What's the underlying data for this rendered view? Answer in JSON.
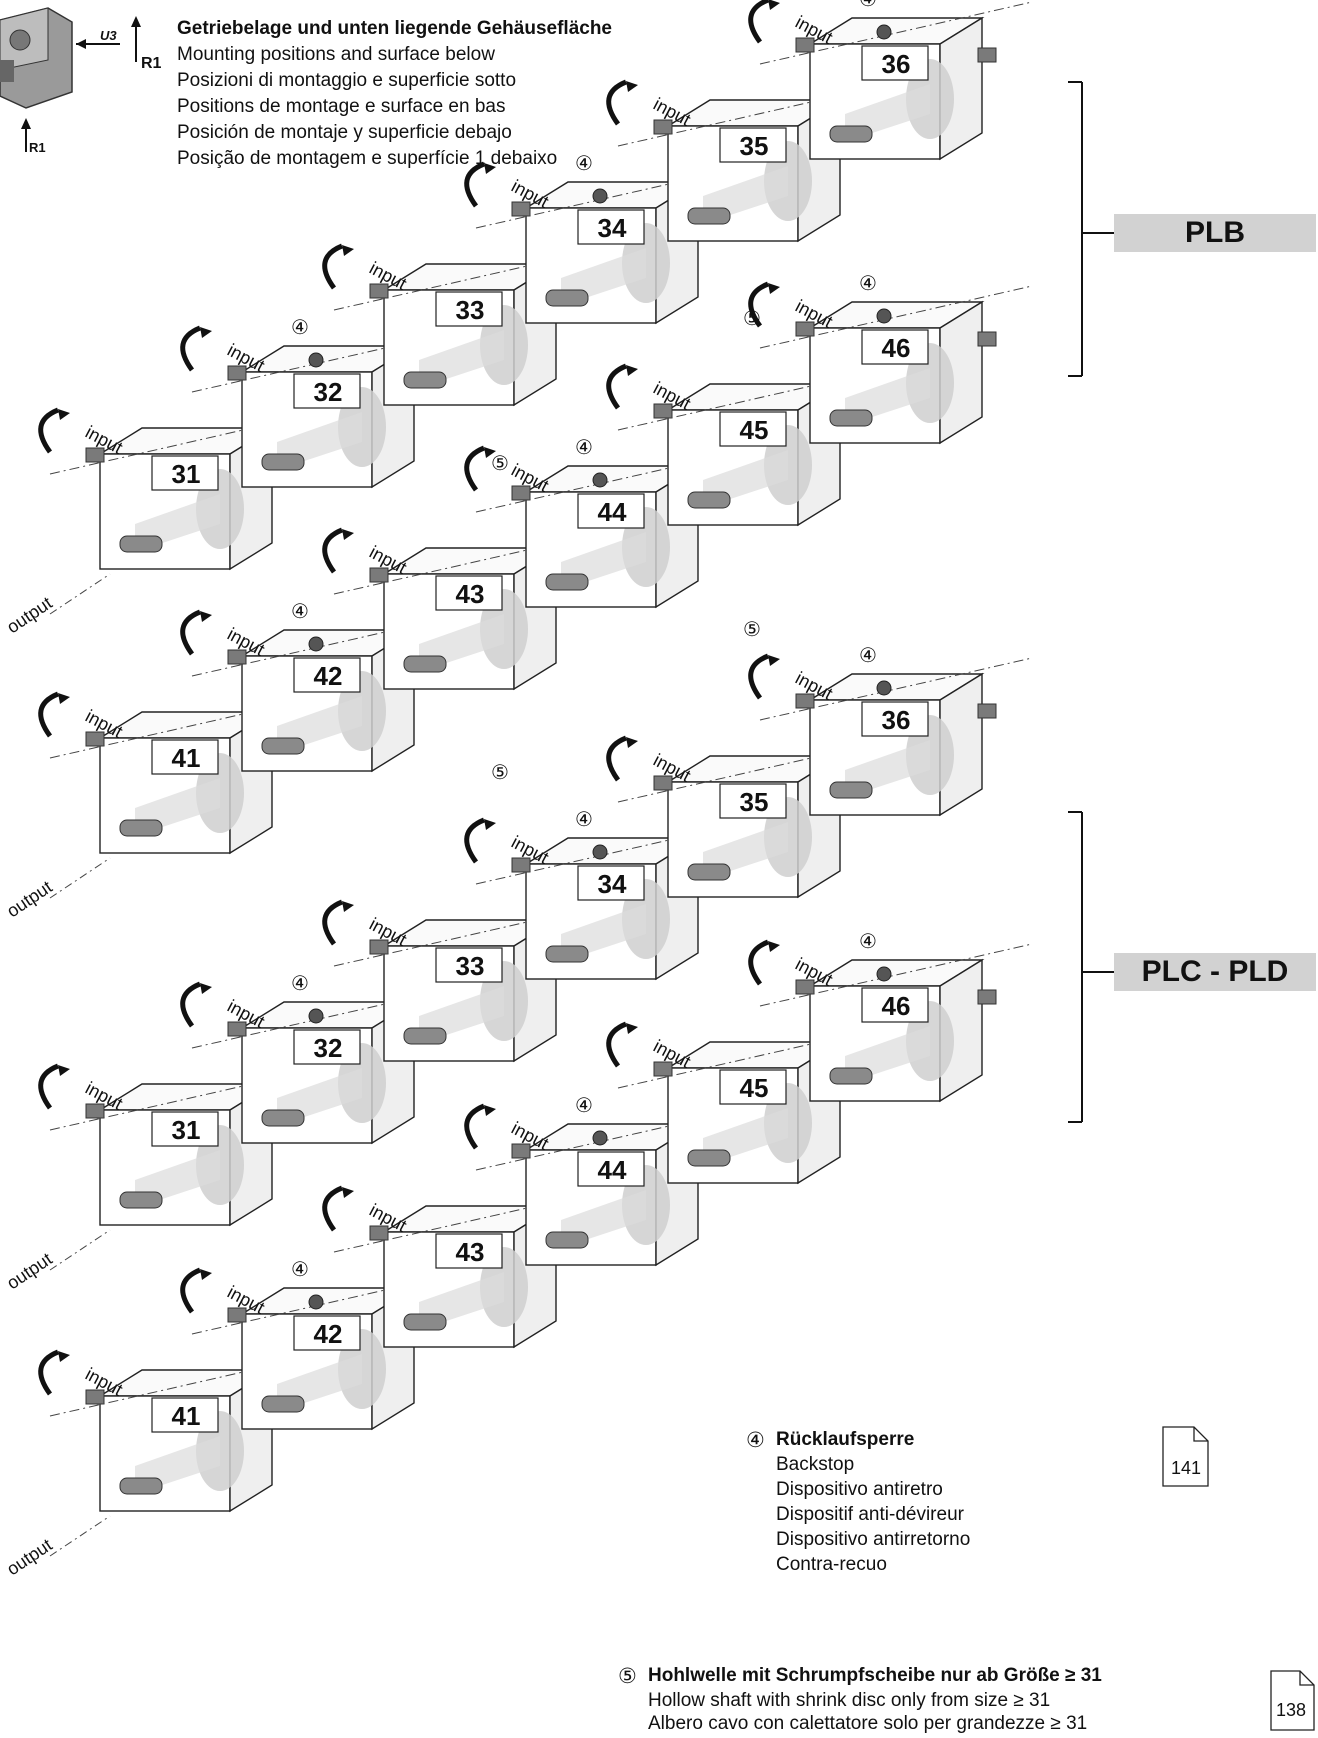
{
  "header": {
    "title": "Getriebelage und unten liegende Gehäusefläche",
    "lines": [
      "Mounting positions and surface below",
      "Posizioni di montaggio e superficie sotto",
      "Positions de montage e surface en bas",
      "Posición de montaje y superficie debajo",
      "Posição de montagem e superfície 1 debaixo"
    ],
    "axis_labels": {
      "u3": "U3",
      "r1_top": "R1",
      "r1_bottom": "R1"
    }
  },
  "labels": {
    "input": "input",
    "output": "output",
    "backstop_marker": "④",
    "hollow_marker": "⑤"
  },
  "groups": {
    "plb": {
      "label": "PLB",
      "row_a": [
        "31",
        "32",
        "33",
        "34",
        "35",
        "36"
      ],
      "row_b": [
        "41",
        "42",
        "43",
        "44",
        "45",
        "46"
      ]
    },
    "plc": {
      "label": "PLC - PLD",
      "row_a": [
        "31",
        "32",
        "33",
        "34",
        "35",
        "36"
      ],
      "row_b": [
        "41",
        "42",
        "43",
        "44",
        "45",
        "46"
      ]
    }
  },
  "legend": {
    "backstop": {
      "marker": "④",
      "title": "Rücklaufsperre",
      "lines": [
        "Backstop",
        "Dispositivo antiretro",
        "Dispositif anti-dévireur",
        "Dispositivo antirretorno",
        "Contra-recuo"
      ]
    },
    "hollow": {
      "marker": "⑤",
      "title": "Hohlwelle mit Schrumpfscheibe nur ab Größe ≥ 31",
      "lines": [
        "Hollow shaft with shrink disc only from size ≥ 31",
        "Albero cavo con calettatore solo per grandezze ≥ 31"
      ]
    }
  },
  "page_refs": {
    "ref_a": "141",
    "ref_b": "138"
  }
}
